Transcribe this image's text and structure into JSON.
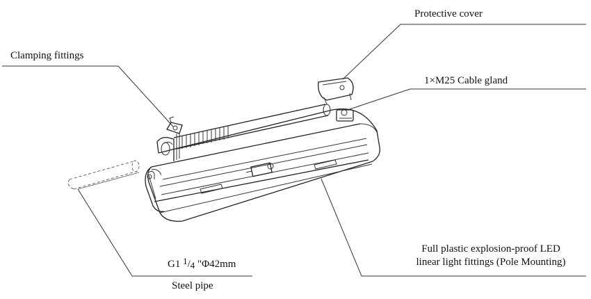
{
  "labels": {
    "protective_cover": "Protective cover",
    "clamping_fittings": "Clamping fittings",
    "cable_gland": "1×M25 Cable gland",
    "fitting_line1": "Full plastic explosion-proof LED",
    "fitting_line2": "linear light fittings (Pole Mounting)",
    "thread_prefix": "G1 ",
    "thread_num": "1",
    "thread_slash": "/",
    "thread_den": "4",
    "thread_suffix": " \"Φ42mm",
    "steel_pipe": "Steel pipe"
  },
  "colors": {
    "line": "#333333",
    "text": "#111111",
    "background": "#ffffff"
  }
}
